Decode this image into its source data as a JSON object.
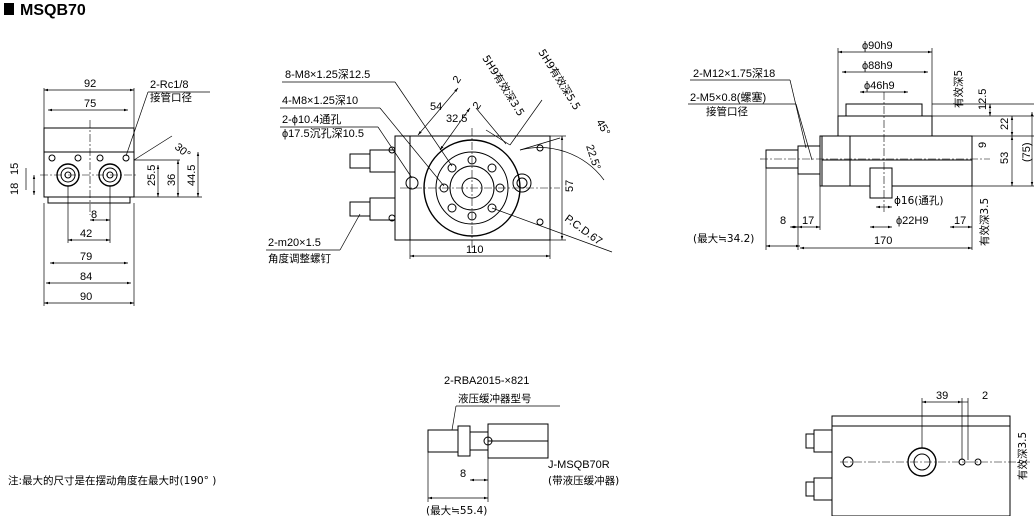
{
  "title": "MSQB70",
  "front_view": {
    "dims": {
      "d92": "92",
      "d75": "75",
      "d8": "8",
      "d42": "42",
      "d79": "79",
      "d84": "84",
      "d90": "90",
      "d18": "18",
      "d15": "15",
      "d25_5": "25.5",
      "d36": "36",
      "d44_5": "44.5",
      "d30": "30°"
    },
    "port_label": "2-Rc1/8",
    "port_desc": "接管口径"
  },
  "top_view": {
    "callouts": [
      "8-M8×1.25深12.5",
      "4-M8×1.25深10",
      "2-ϕ10.4通孔",
      "ϕ17.5沉孔深10.5"
    ],
    "angle_screw": "2-m20×1.5",
    "angle_screw_desc": "角度调整螺钉",
    "dims": {
      "d2a": "2",
      "d54": "54",
      "d32_5": "32.5",
      "d2b": "2",
      "d45": "45°",
      "d22_5": "22.5°",
      "d57": "57",
      "d110": "110"
    },
    "h9a": "5H9有效深3.5",
    "h9b": "5H9有效深5.5",
    "pcd": "P.C.D.67"
  },
  "side_view": {
    "dims": {
      "phi90": "ϕ90h9",
      "phi88": "ϕ88h9",
      "phi46": "ϕ46h9",
      "m12": "2-M12×1.75深18",
      "m5": "2-M5×0.8(螺塞)",
      "m5desc": "接管口径",
      "depth5": "有效深5",
      "d12_5": "12.5",
      "d22": "22",
      "d9": "9",
      "d53": "53",
      "d75p": "(75)",
      "depth3_5": "有效深3.5",
      "phi16": "ϕ16(通孔)",
      "phi22": "ϕ22H9",
      "d8": "8",
      "d17a": "17",
      "d17b": "17",
      "max": "(最大≒34.2)",
      "d170": "170"
    }
  },
  "buffer_view": {
    "model": "2-RBA2015-×821",
    "model_desc": "液压缓冲器型号",
    "d8": "8",
    "max": "(最大≒55.4)",
    "part": "J-MSQB70R",
    "part_desc": "(带液压缓冲器)"
  },
  "note": "注:最大的尺寸是在摆动角度在最大时(190° )",
  "bottom_right": {
    "d39": "39",
    "d2": "2",
    "depth3_5": "有效深3.5"
  }
}
